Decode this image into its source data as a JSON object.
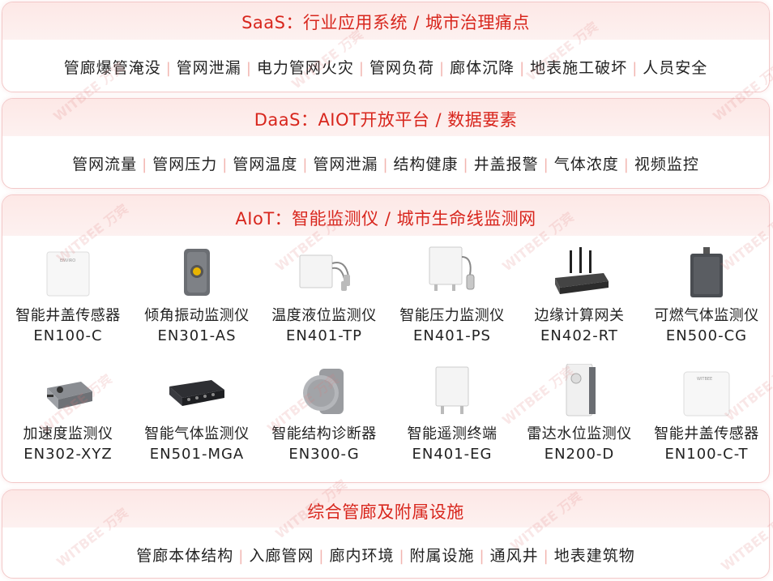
{
  "saas": {
    "title": "SaaS：行业应用系统 / 城市治理痛点",
    "tags": [
      "管廊爆管淹没",
      "管网泄漏",
      "电力管网火灾",
      "管网负荷",
      "廊体沉降",
      "地表施工破坏",
      "人员安全"
    ]
  },
  "daas": {
    "title": "DaaS：AIOT开放平台 / 数据要素",
    "tags": [
      "管网流量",
      "管网压力",
      "管网温度",
      "管网泄漏",
      "结构健康",
      "井盖报警",
      "气体浓度",
      "视频监控"
    ]
  },
  "aiot": {
    "title": "AIoT：智能监测仪 / 城市生命线监测网",
    "devices": [
      {
        "name": "智能井盖传感器",
        "model": "EN100-C",
        "icon": "manhole-sensor-icon"
      },
      {
        "name": "倾角振动监测仪",
        "model": "EN301-AS",
        "icon": "tilt-vibration-icon"
      },
      {
        "name": "温度液位监测仪",
        "model": "EN401-TP",
        "icon": "temperature-level-icon"
      },
      {
        "name": "智能压力监测仪",
        "model": "EN401-PS",
        "icon": "pressure-monitor-icon"
      },
      {
        "name": "边缘计算网关",
        "model": "EN402-RT",
        "icon": "edge-gateway-icon"
      },
      {
        "name": "可燃气体监测仪",
        "model": "EN500-CG",
        "icon": "gas-detector-icon"
      },
      {
        "name": "加速度监测仪",
        "model": "EN302-XYZ",
        "icon": "accelerometer-icon"
      },
      {
        "name": "智能气体监测仪",
        "model": "EN501-MGA",
        "icon": "multi-gas-icon"
      },
      {
        "name": "智能结构诊断器",
        "model": "EN300-G",
        "icon": "structure-diagnostic-icon"
      },
      {
        "name": "智能遥测终端",
        "model": "EN401-EG",
        "icon": "telemetry-terminal-icon"
      },
      {
        "name": "雷达水位监测仪",
        "model": "EN200-D",
        "icon": "radar-water-level-icon"
      },
      {
        "name": "智能井盖传感器",
        "model": "EN100-C-T",
        "icon": "manhole-sensor-t-icon"
      }
    ]
  },
  "utility": {
    "title": "综合管廊及附属设施",
    "tags": [
      "管廊本体结构",
      "入廊管网",
      "廊内环境",
      "附属设施",
      "通风井",
      "地表建筑物"
    ]
  },
  "watermark": {
    "text": "WITBEE 万宾"
  },
  "colors": {
    "accent": "#d8261d",
    "separator": "#f2b5b0",
    "border": "#f3c9c9",
    "band": "#fde8e6"
  }
}
